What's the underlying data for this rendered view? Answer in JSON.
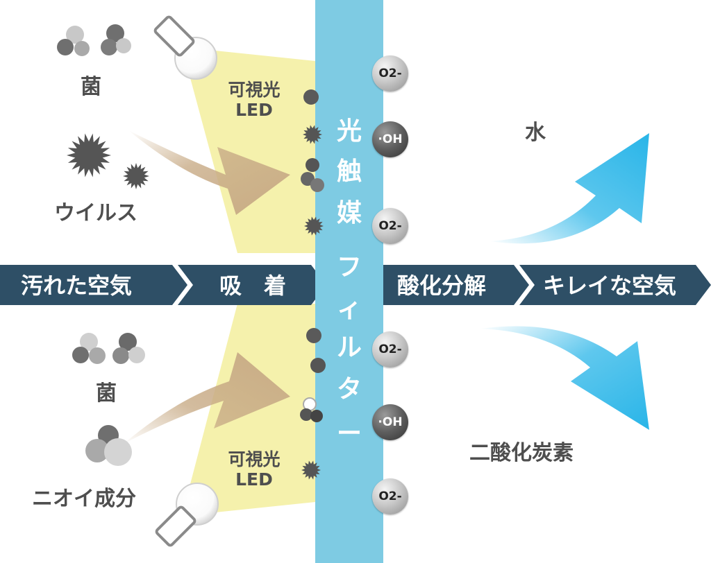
{
  "labels": {
    "bacteria_top": "菌",
    "virus": "ウイルス",
    "bacteria_bottom": "菌",
    "odor": "ニオイ成分",
    "led_top": "可視光\nLED",
    "led_bottom": "可視光\nLED",
    "water": "水",
    "co2": "二酸化炭素"
  },
  "flow": {
    "dirty_air": "汚れた空気",
    "adsorption": "吸　着",
    "decomposition": "酸化分解",
    "clean_air": "キレイな空気"
  },
  "filter": {
    "chars": [
      "光",
      "触",
      "媒",
      "フ",
      "ィ",
      "ル",
      "タ",
      "ー"
    ]
  },
  "ions": [
    "O2-",
    "·OH",
    "O2-",
    "O2-",
    "·OH",
    "O2-"
  ],
  "colors": {
    "flow_band": "#2e4f66",
    "filter": "#7ecbe3",
    "led_beam": "#f3ef9e",
    "arrow_brown": "#c8ab86",
    "arrow_blue": "#29b5e8",
    "label": "#4e4e4e"
  }
}
